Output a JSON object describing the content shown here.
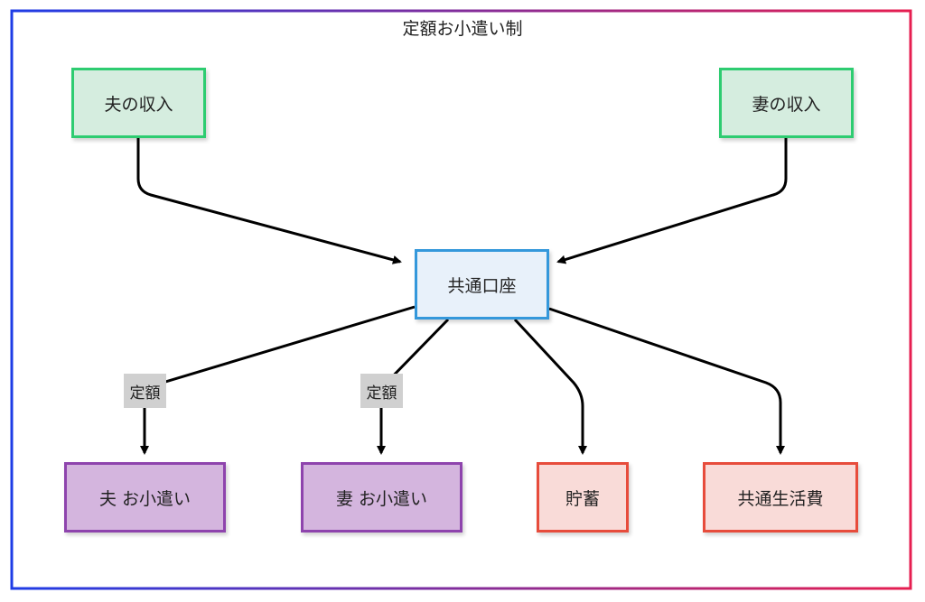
{
  "title": "定額お小遣い制",
  "colors": {
    "income_fill": "#d5eddf",
    "income_border": "#2ecc71",
    "account_fill": "#e8f1fa",
    "account_border": "#3498db",
    "allowance_fill": "#d4b5de",
    "allowance_border": "#8e44ad",
    "expense_fill": "#f9dbd8",
    "expense_border": "#e74c3c",
    "edge_label_fill": "#d0d0d0",
    "frame_left": "#1e3ce6",
    "frame_right": "#e61e50"
  },
  "nodes": {
    "husband_income": "夫の収入",
    "wife_income": "妻の収入",
    "joint_account": "共通口座",
    "husband_allowance": "夫 お小遣い",
    "wife_allowance": "妻 お小遣い",
    "savings": "貯蓄",
    "living_expenses": "共通生活費"
  },
  "edge_labels": {
    "to_husband_allowance": "定額",
    "to_wife_allowance": "定額"
  },
  "edges": [
    {
      "from": "husband_income",
      "to": "joint_account",
      "label": ""
    },
    {
      "from": "wife_income",
      "to": "joint_account",
      "label": ""
    },
    {
      "from": "joint_account",
      "to": "husband_allowance",
      "label": "定額"
    },
    {
      "from": "joint_account",
      "to": "wife_allowance",
      "label": "定額"
    },
    {
      "from": "joint_account",
      "to": "savings",
      "label": ""
    },
    {
      "from": "joint_account",
      "to": "living_expenses",
      "label": ""
    }
  ]
}
